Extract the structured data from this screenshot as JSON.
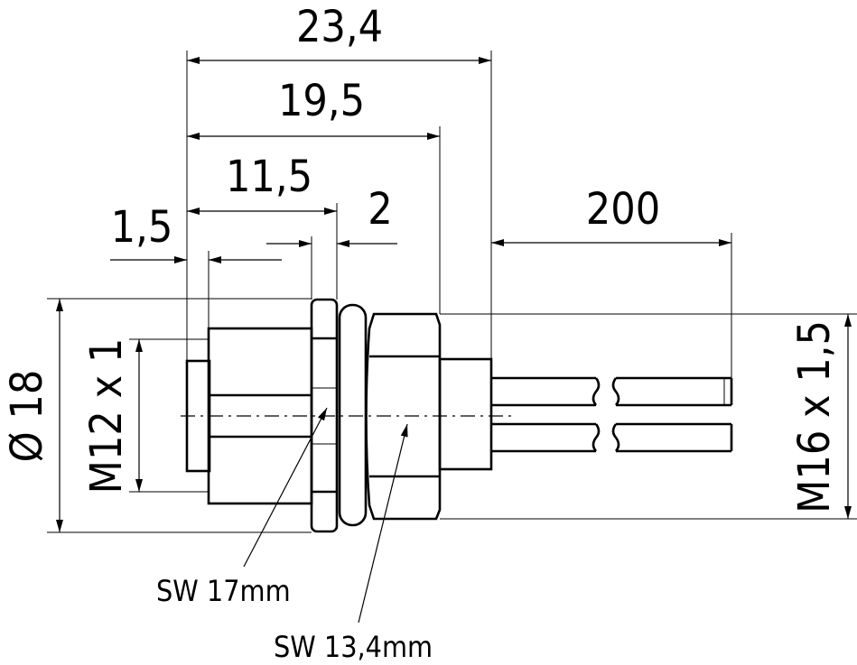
{
  "dimensions": {
    "overall_length": "23,4",
    "nut_to_body": "19,5",
    "flange_length": "11,5",
    "thread_start": "1,5",
    "flange_thickness": "2",
    "cable_length": "200",
    "diameter": "Ø 18",
    "front_thread": "M12 x 1",
    "rear_thread": "M16 x 1,5"
  },
  "labels": {
    "wrench_front": "SW 17mm",
    "wrench_rear": "SW 13,4mm"
  }
}
